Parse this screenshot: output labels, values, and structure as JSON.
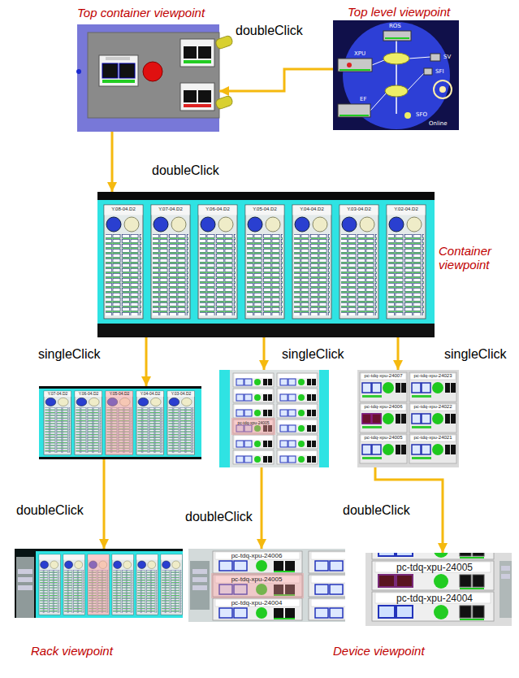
{
  "diagram": {
    "nodes": [
      {
        "text": [
          "Top container viewpoint"
        ]
      },
      {
        "text": [
          "Top level viewpoint",
          "ROS",
          "XPU",
          "EF",
          "SV",
          "SFI",
          "SFO",
          "Online"
        ]
      },
      {
        "text": [
          "Container viewpoint",
          "Y.08-04.D2",
          "Y.07-04.D2",
          "Y.06-04.D2",
          "Y.05-04.D2",
          "Y.04-04.D2",
          "Y.03-04.D2",
          "Y.02-04.D2"
        ]
      },
      {
        "text": [
          "Y.07-04.D2",
          "Y.06-04.D2",
          "Y.05-04.D2",
          "Y.04-04.D2",
          "Y.03-04.D2"
        ]
      },
      {
        "text": [
          "pc-tdq-xpu-24005"
        ]
      },
      {
        "text": [
          "pc-tdq-xpu-24007",
          "pc-tdq-xpu-24023",
          "pc-tdq-xpu-24006",
          "pc-tdq-xpu-24022",
          "pc-tdq-xpu-24005",
          "pc-tdq-xpu-24021"
        ]
      },
      {
        "text": [
          "Rack viewpoint"
        ]
      },
      {
        "text": [
          "pc-tdq-xpu-24006",
          "pc-tdq-xpu-24005",
          "pc-tdq-xpu-24004"
        ]
      },
      {
        "text": [
          "pc-tdq-xpu-24005",
          "pc-tdq-xpu-24004"
        ]
      }
    ],
    "edges": [
      {
        "from": 1,
        "to": 0,
        "arrow": "to",
        "label": "doubleClick"
      },
      {
        "from": 0,
        "to": 2,
        "arrow": "to",
        "label": "doubleClick"
      },
      {
        "from": 2,
        "to": 3,
        "arrow": "to",
        "label": "singleClick"
      },
      {
        "from": 2,
        "to": 4,
        "arrow": "to",
        "label": "singleClick"
      },
      {
        "from": 2,
        "to": 5,
        "arrow": "to",
        "label": "singleClick"
      },
      {
        "from": 3,
        "to": 6,
        "arrow": "to",
        "label": "doubleClick"
      },
      {
        "from": 4,
        "to": 7,
        "arrow": "to",
        "label": "doubleClick"
      },
      {
        "from": 5,
        "to": 8,
        "arrow": "to",
        "label": "doubleClick"
      }
    ],
    "labels": [
      "Device viewpoint"
    ]
  }
}
